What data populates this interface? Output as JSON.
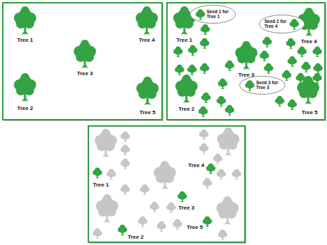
{
  "diagram": {
    "nodes": [
      {
        "text": [
          "Seed 1 for Tree 1"
        ]
      },
      {
        "text": [
          "Seed 2 for Tree 4"
        ]
      },
      {
        "text": [
          "Seed 3 for Tree 3"
        ]
      }
    ],
    "labels": [
      "Tree 1",
      "Tree 4",
      "Tree 3",
      "Tree 2",
      "Tree 5",
      "Tree 1",
      "Tree 4",
      "Tree 3",
      "Tree 2",
      "Tree 5",
      "Tree 4",
      "Tree 1",
      "Tree 3",
      "Tree 5",
      "Tree 2"
    ]
  }
}
